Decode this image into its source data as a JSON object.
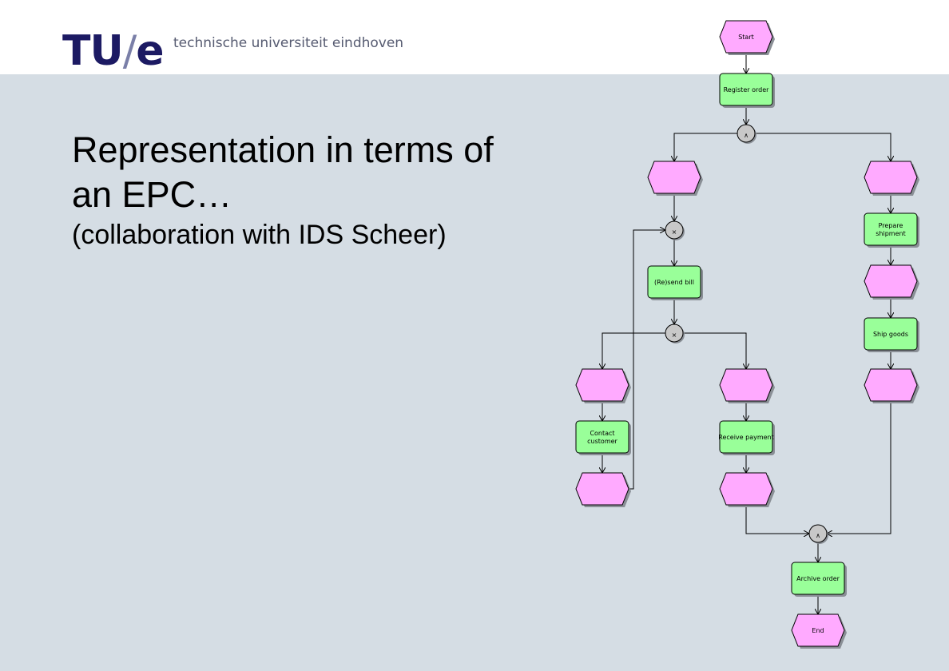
{
  "header": {
    "logo_main": "TU",
    "logo_slash": "/",
    "logo_e": "e",
    "university": "technische universiteit eindhoven"
  },
  "slide": {
    "title": "Representation in terms of an EPC…",
    "subtitle": "(collaboration with IDS Scheer)"
  },
  "colors": {
    "header_bg": "#ffffff",
    "slide_bg": "#d5dde4",
    "logo": "#1c1a63",
    "event_fill": "#ffaaff",
    "function_fill": "#99ff99",
    "connector_fill": "#c8c8c8"
  },
  "diagram": {
    "nodes": [
      {
        "id": "start",
        "kind": "event",
        "label": "Start"
      },
      {
        "id": "register",
        "kind": "function",
        "label": "Register order"
      },
      {
        "id": "and1",
        "kind": "and",
        "label": "∧"
      },
      {
        "id": "ev_left1",
        "kind": "event",
        "label": ""
      },
      {
        "id": "ev_right1",
        "kind": "event",
        "label": ""
      },
      {
        "id": "xor1",
        "kind": "xor",
        "label": "×"
      },
      {
        "id": "prepare",
        "kind": "function",
        "label": "Prepare\nshipment"
      },
      {
        "id": "resend",
        "kind": "function",
        "label": "(Re)send bill"
      },
      {
        "id": "ev_right2",
        "kind": "event",
        "label": ""
      },
      {
        "id": "xor2",
        "kind": "xor",
        "label": "×"
      },
      {
        "id": "ship",
        "kind": "function",
        "label": "Ship goods"
      },
      {
        "id": "ev_a",
        "kind": "event",
        "label": ""
      },
      {
        "id": "ev_b",
        "kind": "event",
        "label": ""
      },
      {
        "id": "ev_right3",
        "kind": "event",
        "label": ""
      },
      {
        "id": "contact",
        "kind": "function",
        "label": "Contact\ncustomer"
      },
      {
        "id": "receive",
        "kind": "function",
        "label": "Receive payment"
      },
      {
        "id": "ev_a2",
        "kind": "event",
        "label": ""
      },
      {
        "id": "ev_b2",
        "kind": "event",
        "label": ""
      },
      {
        "id": "and2",
        "kind": "and",
        "label": "∧"
      },
      {
        "id": "archive",
        "kind": "function",
        "label": "Archive order"
      },
      {
        "id": "end",
        "kind": "event",
        "label": "End"
      }
    ],
    "edges": [
      [
        "start",
        "register"
      ],
      [
        "register",
        "and1"
      ],
      [
        "and1",
        "ev_left1"
      ],
      [
        "and1",
        "ev_right1"
      ],
      [
        "ev_left1",
        "xor1"
      ],
      [
        "xor1",
        "resend"
      ],
      [
        "resend",
        "xor2"
      ],
      [
        "xor2",
        "ev_a"
      ],
      [
        "xor2",
        "ev_b"
      ],
      [
        "ev_a",
        "contact"
      ],
      [
        "contact",
        "ev_a2"
      ],
      [
        "ev_a2",
        "xor1"
      ],
      [
        "ev_b",
        "receive"
      ],
      [
        "receive",
        "ev_b2"
      ],
      [
        "ev_b2",
        "and2"
      ],
      [
        "ev_right1",
        "prepare"
      ],
      [
        "prepare",
        "ev_right2"
      ],
      [
        "ev_right2",
        "ship"
      ],
      [
        "ship",
        "ev_right3"
      ],
      [
        "ev_right3",
        "and2"
      ],
      [
        "and2",
        "archive"
      ],
      [
        "archive",
        "end"
      ]
    ]
  }
}
